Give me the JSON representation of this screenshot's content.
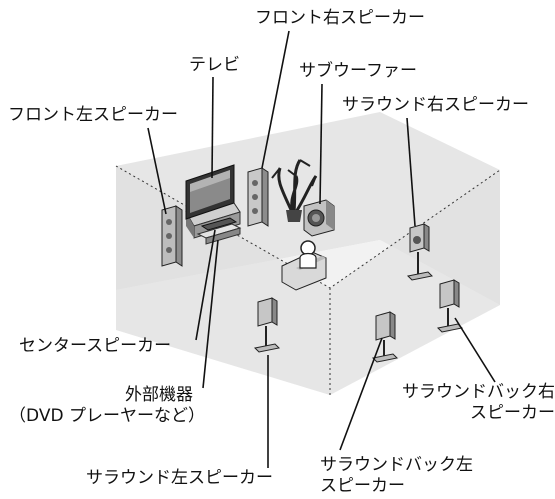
{
  "labels": {
    "front_right": "フロント右スピーカー",
    "tv": "テレビ",
    "subwoofer": "サブウーファー",
    "front_left": "フロント左スピーカー",
    "surround_right": "サラウンド右スピーカー",
    "center": "センタースピーカー",
    "external_device_line1": "外部機器",
    "external_device_line2": "（DVD プレーヤーなど）",
    "surround_back_right_line1": "サラウンドバック右",
    "surround_back_right_line2": "スピーカー",
    "surround_left": "サラウンド左スピーカー",
    "surround_back_left_line1": "サラウンドバック左",
    "surround_back_left_line2": "スピーカー"
  },
  "colors": {
    "room_wall": "#e3e3e3",
    "room_floor": "#f1f1f1",
    "speaker_body": "#bdbdbd",
    "speaker_dark": "#555555",
    "line": "#111111"
  }
}
